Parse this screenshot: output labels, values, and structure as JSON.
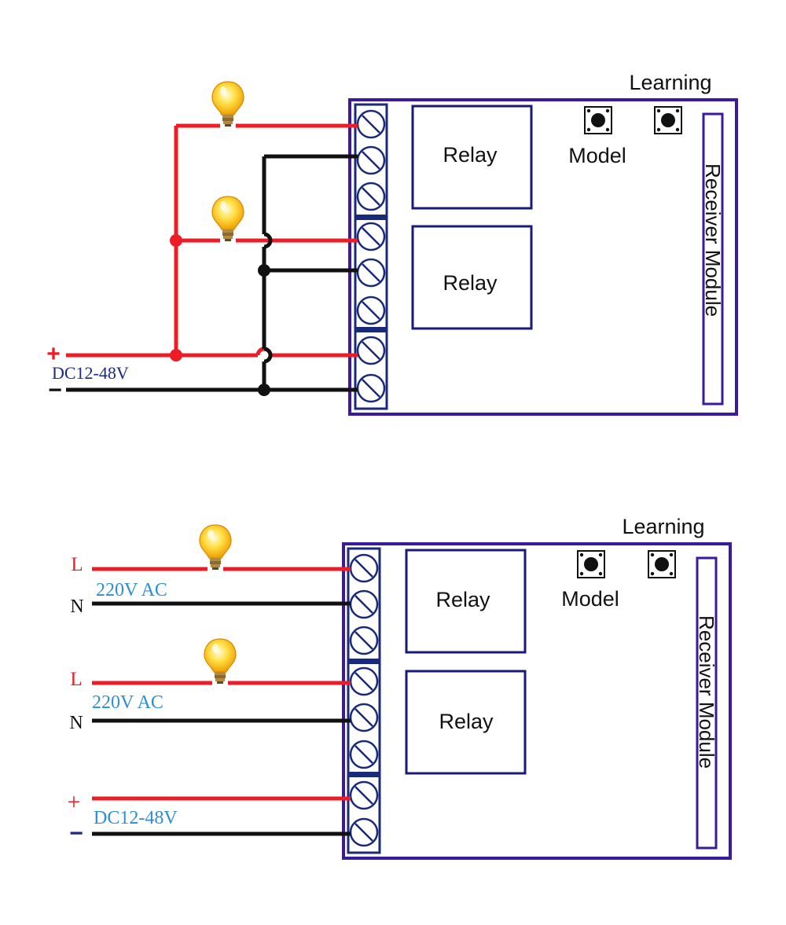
{
  "colors": {
    "board_border": "#3a1a9e",
    "relay_border": "#1a1a7a",
    "terminal_border": "#1a2a7a",
    "terminal_fill": "#ffffff",
    "red_wire": "#ee1c24",
    "black_wire": "#111111",
    "dc_label_top": "#1b2a8a",
    "ac_label_blue": "#2b8fd6",
    "bulb_glow": "#ffd21f"
  },
  "diagram_top": {
    "learning_label": "Learning",
    "model_label": "Model",
    "relay1_label": "Relay",
    "relay2_label": "Relay",
    "receiver_label": "Receiver Module",
    "plus_sign": "+",
    "minus_sign": "−",
    "dc_label": "DC12-48V"
  },
  "diagram_bottom": {
    "learning_label": "Learning",
    "model_label": "Model",
    "relay1_label": "Relay",
    "relay2_label": "Relay",
    "receiver_label": "Receiver Module",
    "l1_label": "L",
    "n1_label": "N",
    "ac1_label": "220V AC",
    "l2_label": "L",
    "n2_label": "N",
    "ac2_label": "220V AC",
    "plus_sign": "+",
    "minus_sign": "−",
    "dc_label": "DC12-48V"
  }
}
